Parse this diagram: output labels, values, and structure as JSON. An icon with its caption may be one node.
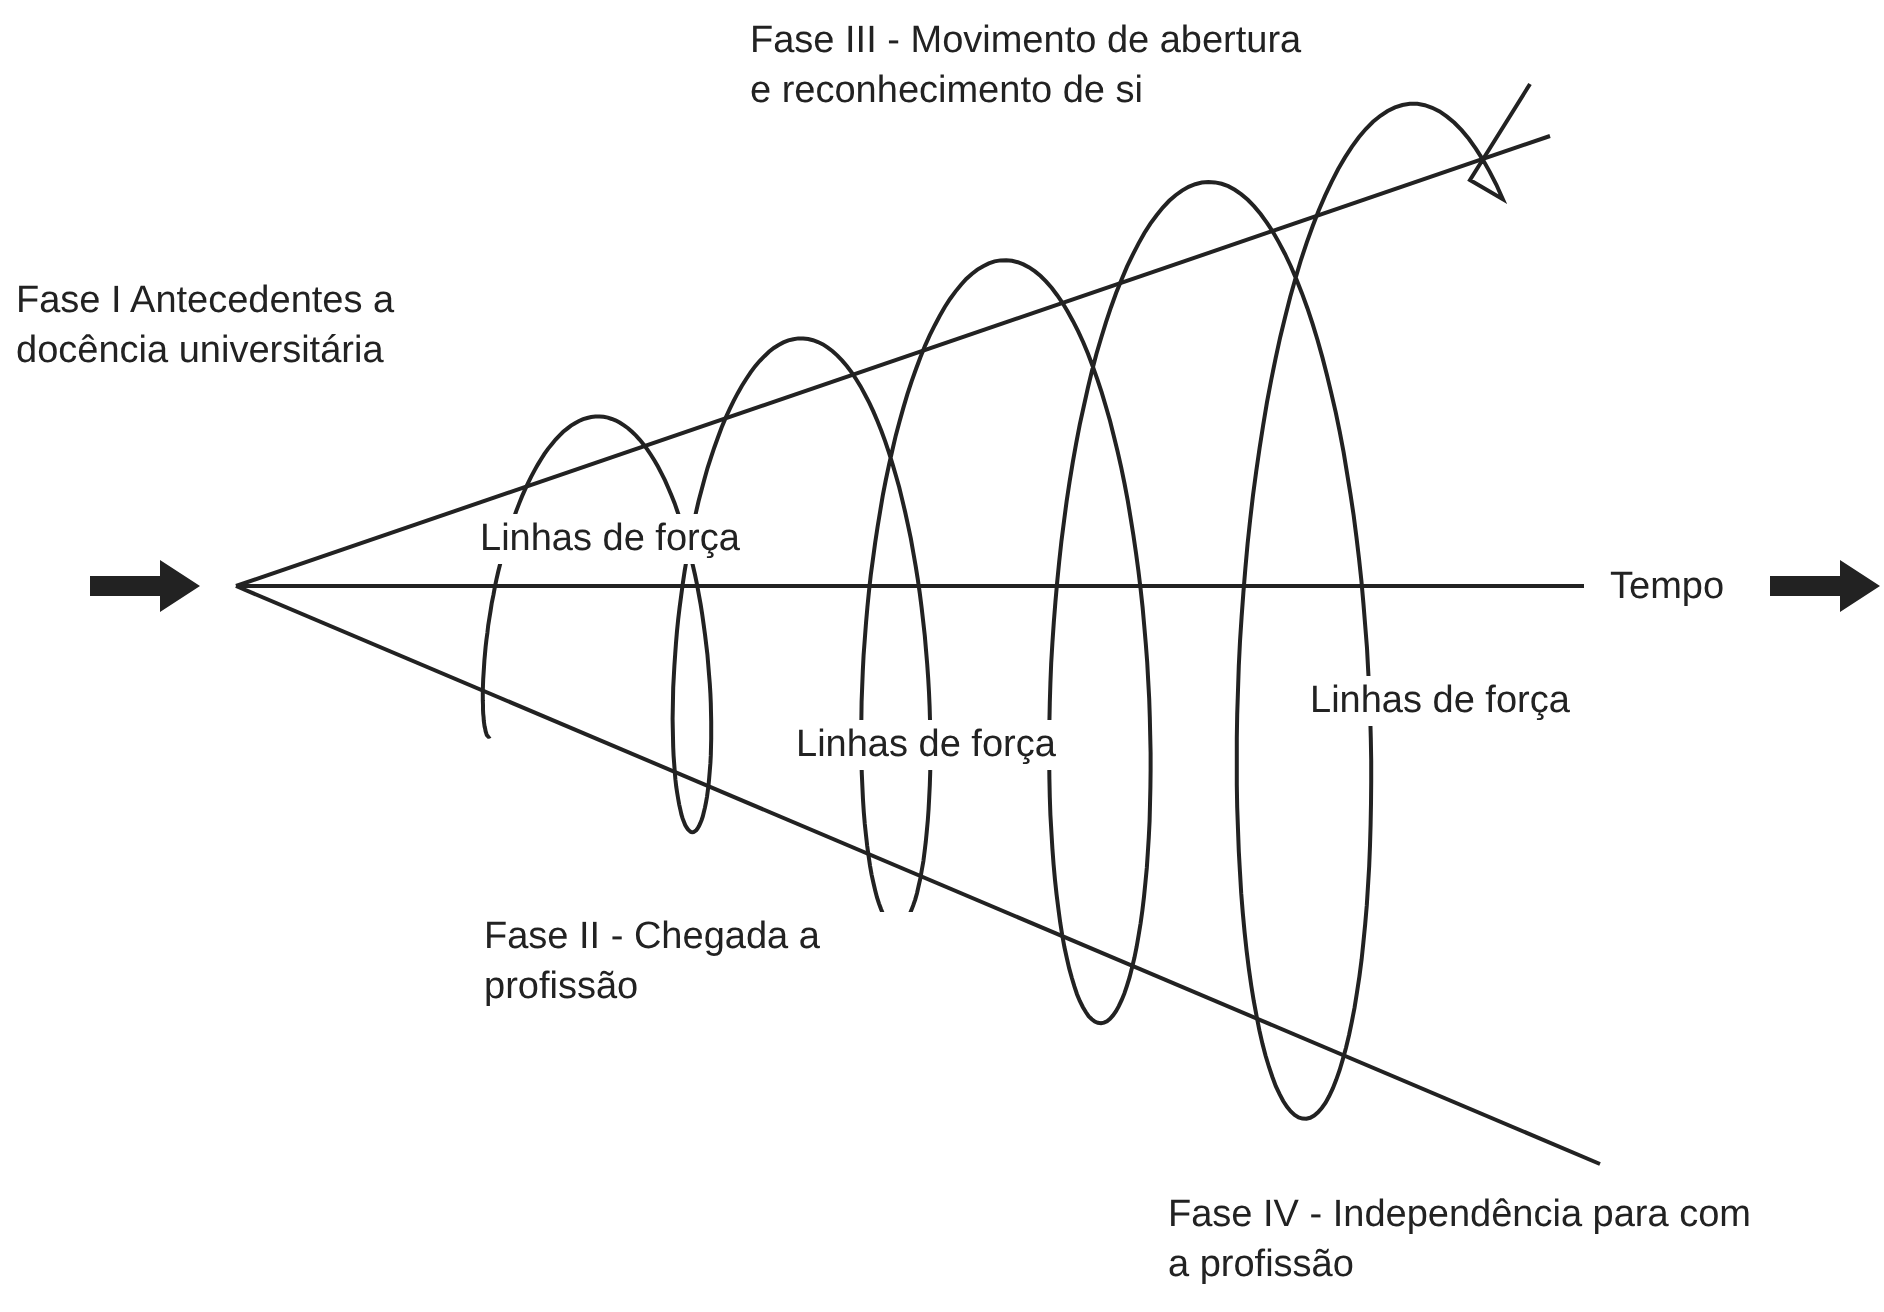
{
  "diagram": {
    "labels": [
      "Fase III - Movimento de abertura e reconhecimento de si",
      "Fase I Antecedentes a docência universitária",
      "Linhas de força",
      "Tempo",
      "Linhas de força",
      "Linhas de força",
      "Fase II - Chegada a profissão",
      "Fase IV - Independência para com a profissão"
    ]
  }
}
